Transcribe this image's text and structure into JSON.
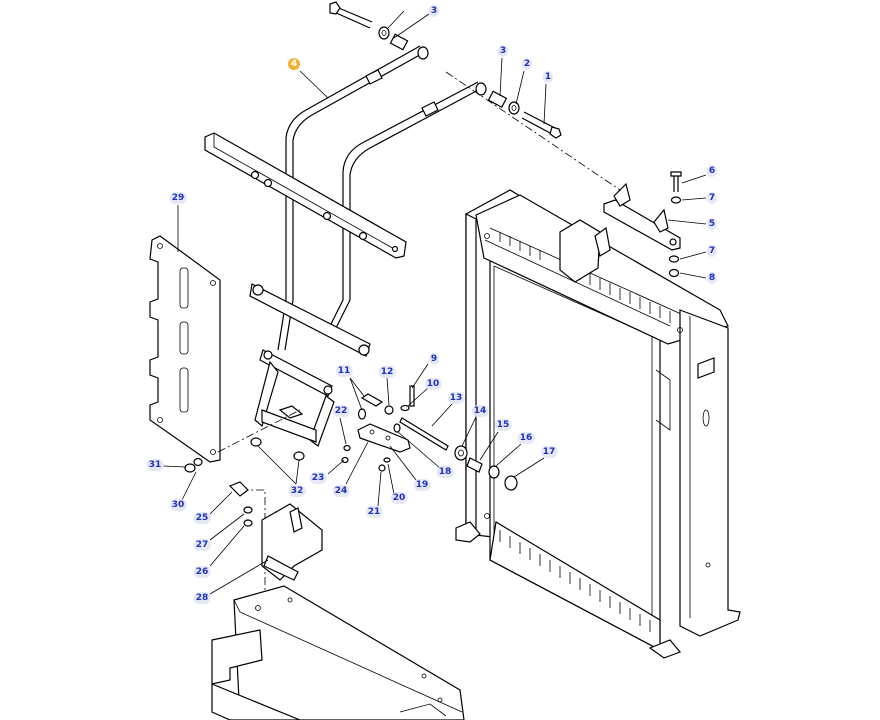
{
  "diagram": {
    "highlight_color": "#f2b233",
    "label_color": "#1f2fc0",
    "callouts": [
      {
        "id": "c1",
        "label": "1"
      },
      {
        "id": "c2",
        "label": "2"
      },
      {
        "id": "c3a",
        "label": "3"
      },
      {
        "id": "c3b",
        "label": "3"
      },
      {
        "id": "c4",
        "label": "4"
      },
      {
        "id": "c5",
        "label": "5"
      },
      {
        "id": "c6",
        "label": "6"
      },
      {
        "id": "c7a",
        "label": "7"
      },
      {
        "id": "c7b",
        "label": "7"
      },
      {
        "id": "c8",
        "label": "8"
      },
      {
        "id": "c9",
        "label": "9"
      },
      {
        "id": "c10",
        "label": "10"
      },
      {
        "id": "c11",
        "label": "11"
      },
      {
        "id": "c12",
        "label": "12"
      },
      {
        "id": "c13",
        "label": "13"
      },
      {
        "id": "c14",
        "label": "14"
      },
      {
        "id": "c15",
        "label": "15"
      },
      {
        "id": "c16",
        "label": "16"
      },
      {
        "id": "c17",
        "label": "17"
      },
      {
        "id": "c18",
        "label": "18"
      },
      {
        "id": "c19",
        "label": "19"
      },
      {
        "id": "c20",
        "label": "20"
      },
      {
        "id": "c21",
        "label": "21"
      },
      {
        "id": "c22",
        "label": "22"
      },
      {
        "id": "c23",
        "label": "23"
      },
      {
        "id": "c24",
        "label": "24"
      },
      {
        "id": "c25",
        "label": "25"
      },
      {
        "id": "c26",
        "label": "26"
      },
      {
        "id": "c27",
        "label": "27"
      },
      {
        "id": "c28",
        "label": "28"
      },
      {
        "id": "c29",
        "label": "29"
      },
      {
        "id": "c30",
        "label": "30"
      },
      {
        "id": "c31",
        "label": "31"
      },
      {
        "id": "c32",
        "label": "32"
      }
    ]
  }
}
